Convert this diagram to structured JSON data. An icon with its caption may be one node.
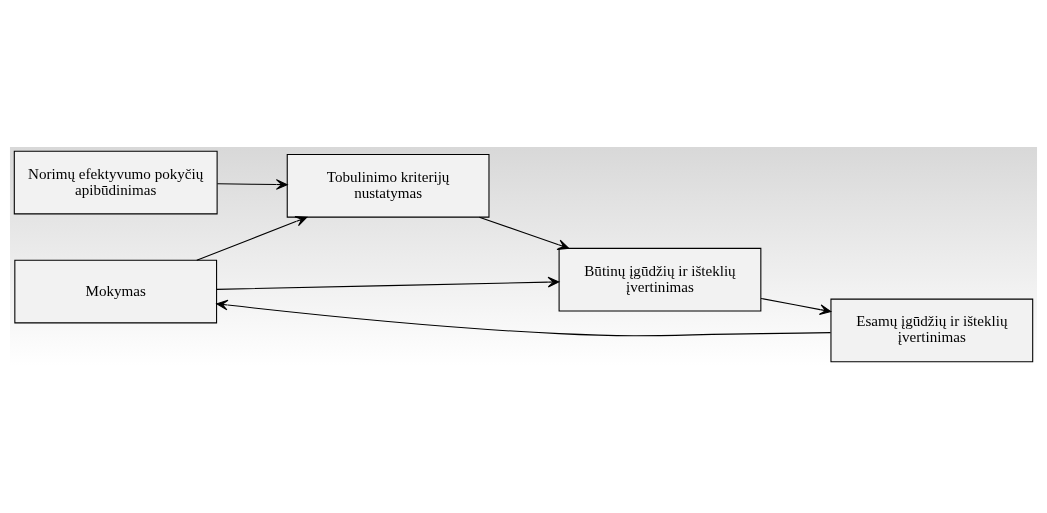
{
  "diagram": {
    "nodes": [
      {
        "text": [
          "Norimų efektyvumo pokyčių apibūdinimas"
        ]
      },
      {
        "text": [
          "Tobulinimo kriterijų nustatymas"
        ]
      },
      {
        "text": [
          "Mokymas"
        ]
      },
      {
        "text": [
          "Būtinų įgūdžių ir išteklių įvertinimas"
        ]
      },
      {
        "text": [
          "Esamų įgūdžių ir išteklių įvertinimas"
        ]
      }
    ],
    "edges": [
      {
        "from": 0,
        "to": 1,
        "arrow": "to"
      },
      {
        "from": 2,
        "to": 1,
        "arrow": "to"
      },
      {
        "from": 1,
        "to": 3,
        "arrow": "to"
      },
      {
        "from": 2,
        "to": 3,
        "arrow": "to"
      },
      {
        "from": 3,
        "to": 4,
        "arrow": "to"
      },
      {
        "from": 4,
        "to": 2,
        "arrow": "to"
      }
    ]
  }
}
